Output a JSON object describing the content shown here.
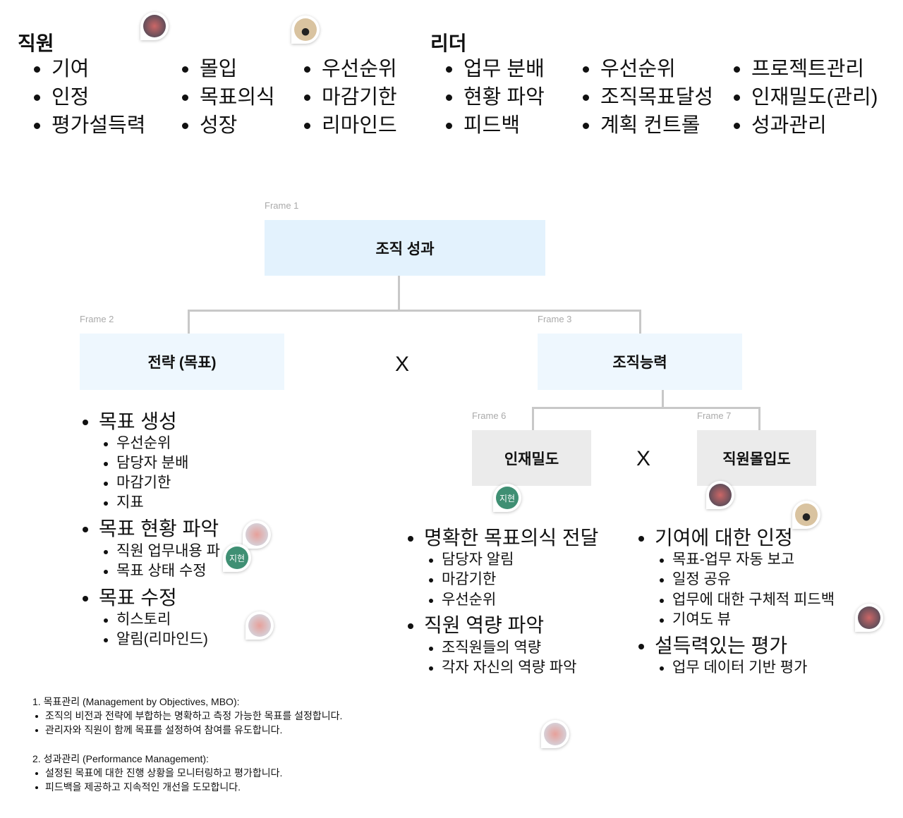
{
  "top": {
    "employee": {
      "title": "직원",
      "cols": [
        [
          "기여",
          "인정",
          "평가설득력"
        ],
        [
          "몰입",
          "목표의식",
          "성장"
        ],
        [
          "우선순위",
          "마감기한",
          "리마인드"
        ]
      ]
    },
    "leader": {
      "title": "리더",
      "cols": [
        [
          "업무 분배",
          "현황 파악",
          "피드백"
        ],
        [
          "우선순위",
          "조직목표달성",
          "계획 컨트롤"
        ],
        [
          "프로젝트관리",
          "인재밀도(관리)",
          "성과관리"
        ]
      ]
    }
  },
  "frames": {
    "f1": {
      "label": "Frame 1",
      "title": "조직 성과"
    },
    "f2": {
      "label": "Frame 2",
      "title": "전략 (목표)"
    },
    "f3": {
      "label": "Frame 3",
      "title": "조직능력"
    },
    "f6": {
      "label": "Frame 6",
      "title": "인재밀도"
    },
    "f7": {
      "label": "Frame 7",
      "title": "직원몰입도"
    },
    "x": "X"
  },
  "lists": {
    "left": [
      {
        "title": "목표 생성",
        "items": [
          "우선순위",
          "담당자 분배",
          "마감기한",
          "지표"
        ]
      },
      {
        "title": "목표 현황 파악",
        "items": [
          "직원 업무내용 파",
          "목표 상태 수정"
        ]
      },
      {
        "title": "목표 수정",
        "items": [
          "히스토리",
          "알림(리마인드)"
        ]
      }
    ],
    "mid": [
      {
        "title": "명확한 목표의식 전달",
        "items": [
          "담당자 알림",
          "마감기한",
          "우선순위"
        ]
      },
      {
        "title": "직원 역량 파악",
        "items": [
          "조직원들의 역량",
          "각자 자신의 역량 파악"
        ]
      }
    ],
    "right": [
      {
        "title": "기여에 대한 인정",
        "items": [
          "목표-업무 자동 보고",
          "일정 공유",
          "업무에 대한 구체적 피드백",
          "기여도 뷰"
        ]
      },
      {
        "title": "설득력있는 평가",
        "items": [
          "업무 데이터 기반 평가"
        ]
      }
    ]
  },
  "notes": {
    "n1": "1. 목표관리 (Management by Objectives, MBO):",
    "n1a": "조직의 비전과 전략에 부합하는 명확하고 측정 가능한 목표를 설정합니다.",
    "n1b": "관리자와 직원이 함께 목표를 설정하여 참여를 유도합니다.",
    "n2": "2. 성과관리 (Performance Management):",
    "n2a": "설정된 목표에 대한 진행 상황을 모니터링하고 평가합니다.",
    "n2b": "피드백을 제공하고 지속적인 개선을 도모합니다."
  },
  "cursors": {
    "jihyun": "지현"
  },
  "colors": {
    "frame1": "#e3f2fd",
    "frame23": "#eef7fe",
    "frame67": "#ebebeb",
    "avatar_green": "#3f8f73"
  }
}
